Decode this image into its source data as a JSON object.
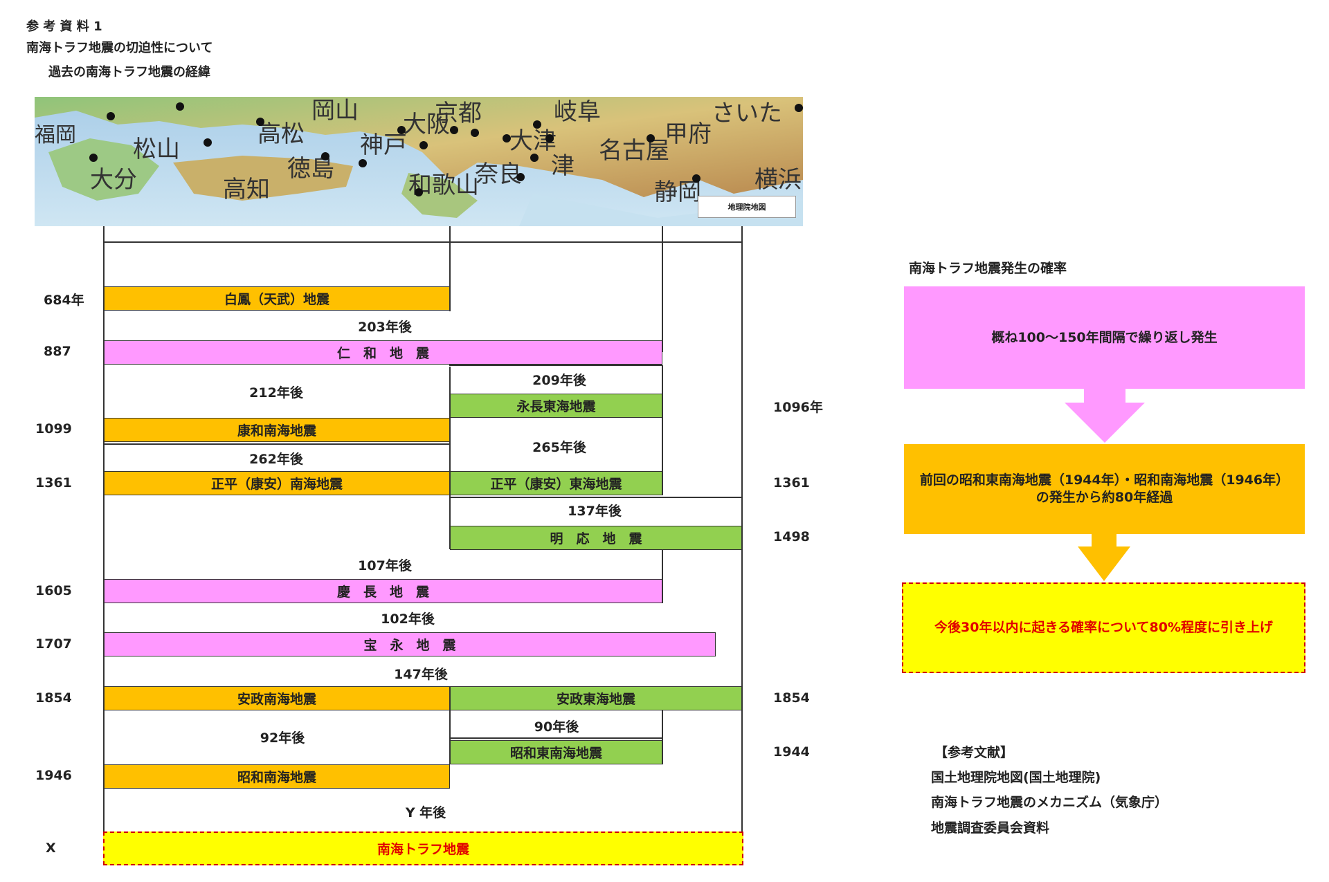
{
  "header": {
    "line1": "参 考 資 料 1",
    "line2": "南海トラフ地震の切迫性について",
    "line3": "過去の南海トラフ地震の経緯"
  },
  "map": {
    "credit": "地理院地図",
    "cities": [
      "福岡",
      "松山",
      "大分",
      "高知",
      "徳島",
      "高松",
      "岡山",
      "神戸",
      "大阪",
      "京都",
      "和歌山",
      "奈良",
      "大津",
      "津",
      "岐阜",
      "名古屋",
      "甲府",
      "静岡",
      "横浜",
      "さいた"
    ]
  },
  "colors": {
    "orange": "#ffc000",
    "pink": "#ff99ff",
    "green": "#92d050",
    "yellow": "#ffff00",
    "red": "#e00000"
  },
  "timeline": {
    "years_left": {
      "y684": "684年",
      "y887": "887",
      "y1099": "1099",
      "y1361": "1361",
      "y1605": "1605",
      "y1707": "1707",
      "y1854": "1854",
      "y1946": "1946",
      "yx": "X"
    },
    "years_right": {
      "y1096": "1096年",
      "y1361": "1361",
      "y1498": "1498",
      "y1854": "1854",
      "y1944": "1944"
    },
    "quakes": {
      "hakuho": "白鳳（天武）地震",
      "ninna": "仁　和　地　震",
      "eicho": "永長東海地震",
      "kowa": "康和南海地震",
      "shohei_nankai": "正平（康安）南海地震",
      "shohei_tokai": "正平（康安）東海地震",
      "meio": "明　応　地　震",
      "keicho": "慶　長　地　震",
      "hoei": "宝　永　地　震",
      "ansei_nankai": "安政南海地震",
      "ansei_tokai": "安政東海地震",
      "showa_tonankai": "昭和東南海地震",
      "showa_nankai": "昭和南海地震",
      "next": "南海トラフ地震"
    },
    "intervals": {
      "i203": "203年後",
      "i212": "212年後",
      "i209": "209年後",
      "i262": "262年後",
      "i265": "265年後",
      "i137": "137年後",
      "i107": "107年後",
      "i102": "102年後",
      "i147": "147年後",
      "i92": "92年後",
      "i90": "90年後",
      "iy": "Y 年後"
    }
  },
  "probability": {
    "title": "南海トラフ地震発生の確率",
    "box1": "概ね100～150年間隔で繰り返し発生",
    "box2_line1": "前回の昭和東南海地震（1944年）・昭和南海地震（1946年）",
    "box2_line2": "の発生から約80年経過",
    "box3": "今後30年以内に起きる確率について80%程度に引き上げ"
  },
  "references": {
    "title": "【参考文献】",
    "items": [
      "国土地理院地図(国土地理院)",
      "南海トラフ地震のメカニズム（気象庁）",
      "地震調査委員会資料"
    ]
  }
}
